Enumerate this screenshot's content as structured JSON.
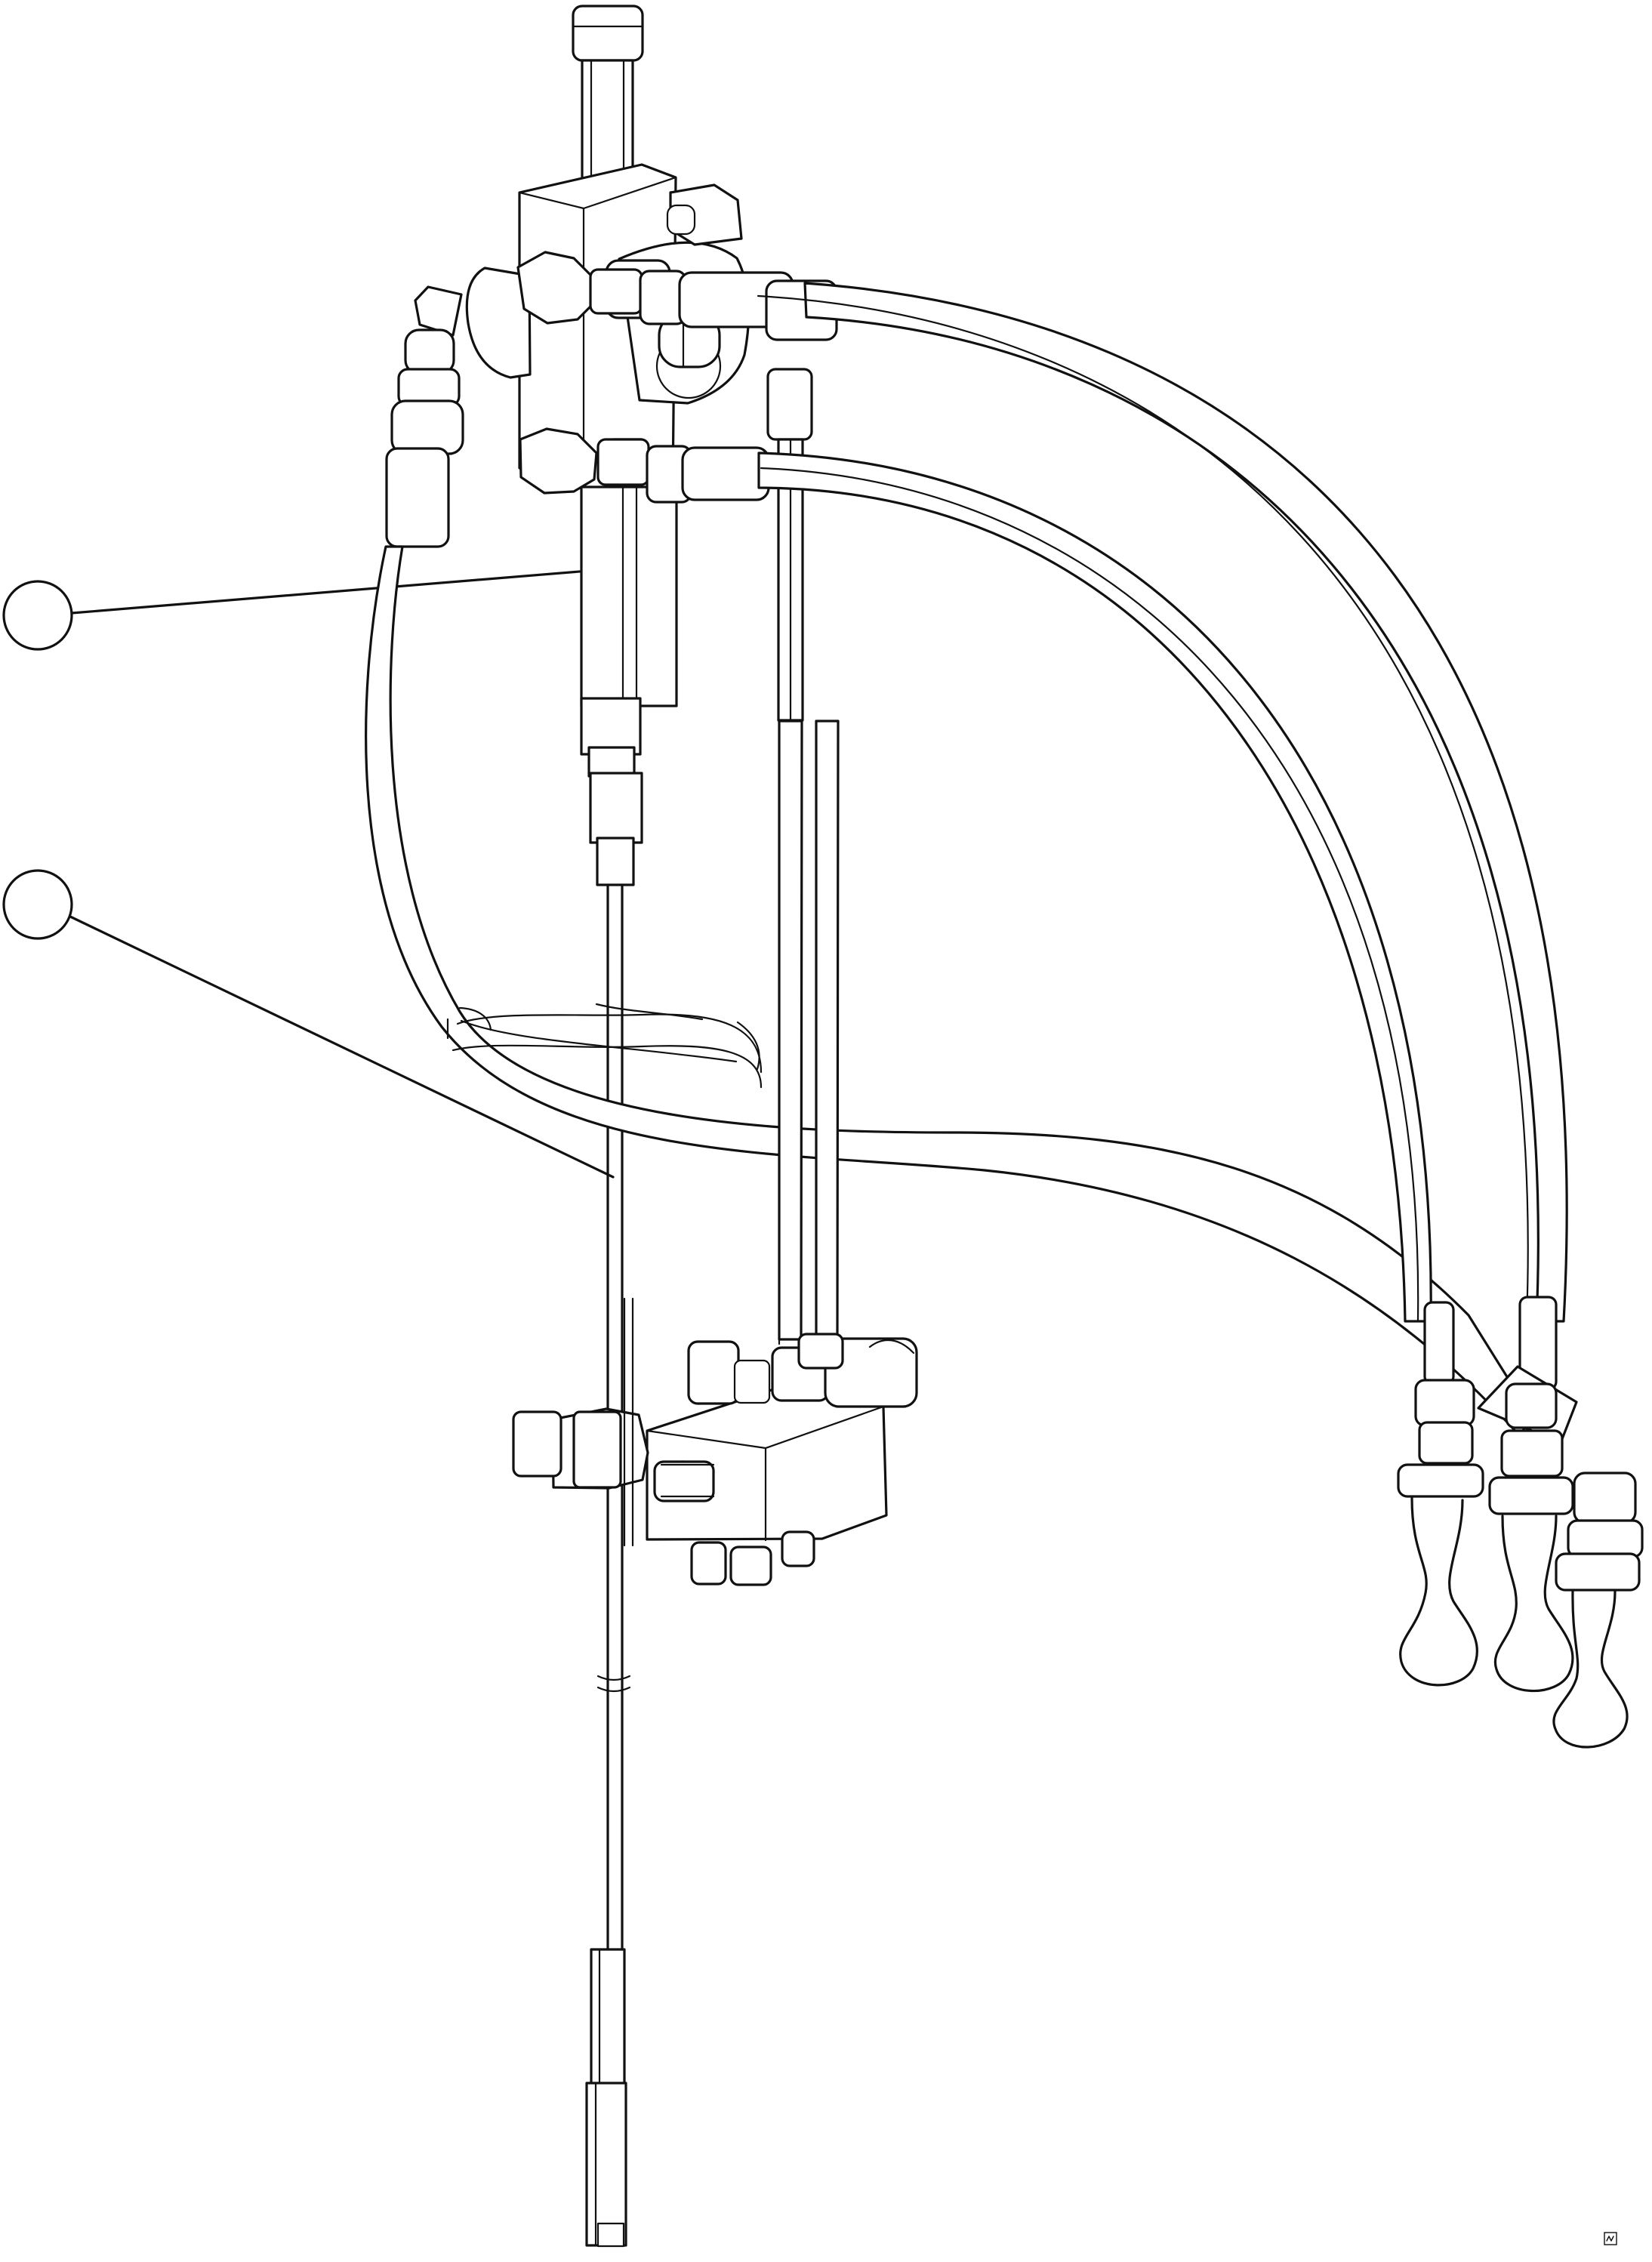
{
  "diagram": {
    "callouts": [
      {
        "label": ""
      },
      {
        "label": ""
      }
    ],
    "colors": {
      "line": "#111111",
      "background": "#ffffff"
    },
    "components": [
      {
        "name": "hydraulic-valve-block-upper"
      },
      {
        "name": "hydraulic-valve-block-lower"
      },
      {
        "name": "rod-assembly"
      },
      {
        "name": "hydraulic-hoses"
      },
      {
        "name": "hose-fittings"
      }
    ]
  }
}
